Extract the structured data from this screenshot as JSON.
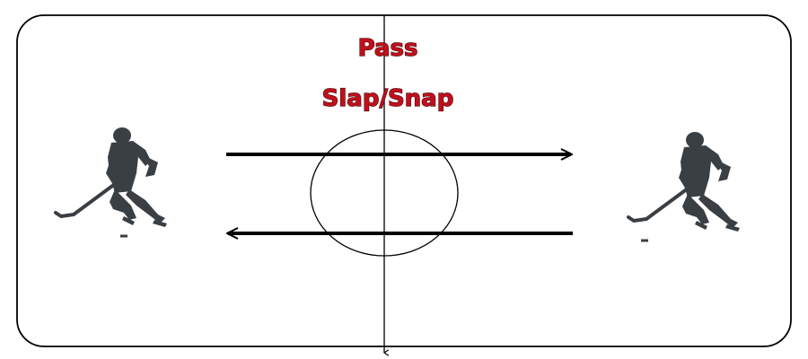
{
  "diagram": {
    "labels": {
      "pass": "Pass",
      "shot": "Slap/Snap"
    },
    "colors": {
      "label": "#c0101c",
      "label_outline": "#4a0a0c",
      "rink_line": "#000000",
      "player_silhouette": "#3a3f44",
      "background": "#ffffff"
    },
    "elements": {
      "rink": "rounded-rectangle",
      "center_line": "vertical-line-with-arrow",
      "center_circle": "circle",
      "players": [
        "hockey-player-left",
        "hockey-player-right"
      ],
      "arrows": [
        "pass-arrow-right",
        "pass-arrow-left"
      ]
    }
  }
}
